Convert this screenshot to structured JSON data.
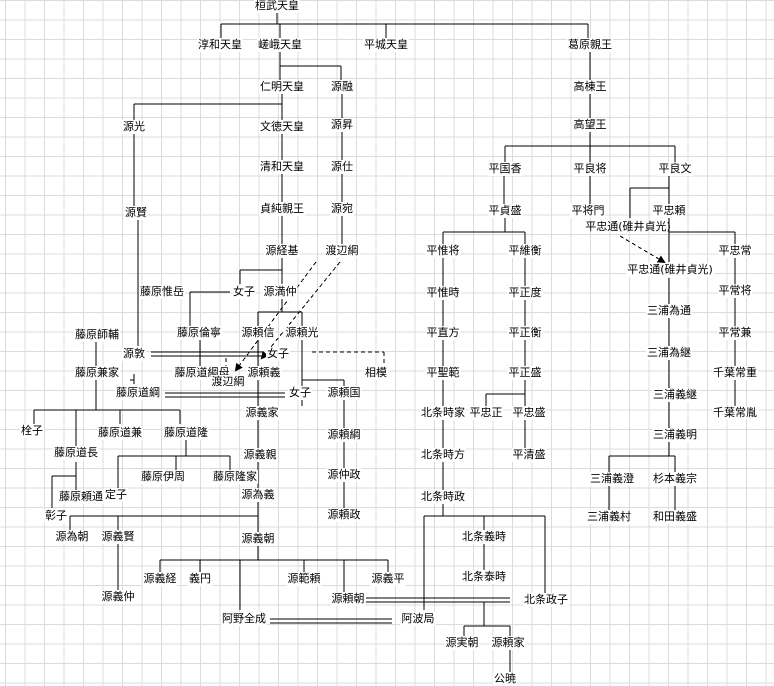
{
  "nodes": {
    "kanmu": "桓武天皇",
    "junna": "淳和天皇",
    "saga": "嵯峨天皇",
    "heizei": "平城天皇",
    "kazurahara": "葛原親王",
    "ninmyo": "仁明天皇",
    "minamoto_toru": "源融",
    "takamune": "高棟王",
    "minamoto_hikaru": "源光",
    "montoku": "文徳天皇",
    "minamoto_noboru": "源昇",
    "takamochi": "高望王",
    "seiwa": "清和天皇",
    "minamoto_tsukau": "源仕",
    "taira_kunika": "平国香",
    "taira_yoshimasa": "平良将",
    "taira_yoshifumi": "平良文",
    "minamoto_masaru": "源賢",
    "sadazumi": "貞純親王",
    "minamoto_atsuru": "源宛",
    "taira_sadamori": "平貞盛",
    "taira_masakado": "平将門",
    "taira_tadayori": "平忠頼",
    "taira_tadamichi_top": "平忠通(碓井貞光)",
    "minamoto_tsunemoto": "源経基",
    "watanabe_tsuna_top": "渡辺綱",
    "taira_korechika": "平惟将",
    "taira_korehira": "平維衡",
    "taira_tadatsune": "平忠常",
    "taira_tadamichi": "平忠通(碓井貞光)",
    "fujiwara_korekata": "藤原惟岳",
    "jyoshi_1": "女子",
    "minamoto_mitsunaka": "源満仲",
    "taira_koretoki": "平惟時",
    "taira_masanori": "平正度",
    "taira_tsunemasa": "平常将",
    "fujiwara_morosuke": "藤原師輔",
    "fujiwara_tomoyasu": "藤原倫寧",
    "minamoto_yorinobu": "源頼信",
    "minamoto_yorimitsu": "源頼光",
    "taira_naokata": "平直方",
    "taira_masahira": "平正衡",
    "miura_tamemichi": "三浦為通",
    "taira_tsunekane": "平常兼",
    "minamoto_ataru": "源敦",
    "jyoshi_2": "女子",
    "fujiwara_kaneie": "藤原兼家",
    "fujiwara_michitsuna_haha": "藤原道綱母",
    "minamoto_yoriyoshi": "源頼義",
    "taira_norimichi": "平聖範",
    "taira_masamori": "平正盛",
    "miura_tametsugu": "三浦為継",
    "sagami": "相模",
    "chiba_tsuneshige": "千葉常重",
    "watanabe_tsuna": "渡辺綱",
    "fujiwara_michitsuna": "藤原道綱",
    "jyoshi_3": "女子",
    "minamoto_yorikuni": "源頼国",
    "miura_yoshitsugu": "三浦義継",
    "minamoto_yoshiie": "源義家",
    "hojo_tokiie": "北条時家",
    "taira_tadamasa": "平忠正",
    "taira_tadamori": "平忠盛",
    "chiba_tsunetane": "千葉常胤",
    "teishi": "栓子",
    "fujiwara_michikane": "藤原道兼",
    "fujiwara_michitaka": "藤原道隆",
    "minamoto_yoritsuna": "源頼綱",
    "miura_yoshiaki": "三浦義明",
    "fujiwara_michinaga": "藤原道長",
    "minamoto_yoshichika": "源義親",
    "hojo_tokikata": "北条時方",
    "taira_kiyomori": "平清盛",
    "fujiwara_korechika": "藤原伊周",
    "fujiwara_takaie": "藤原隆家",
    "minamoto_nakamasa": "源仲政",
    "fujiwara_yorimichi": "藤原頼通",
    "teishi_2": "定子",
    "minamoto_tameyoshi": "源為義",
    "hojo_tokimasa": "北条時政",
    "miura_yoshizumi": "三浦義澄",
    "sugimoto_yoshimune": "杉本義宗",
    "shoshi": "彰子",
    "minamoto_yorimasa": "源頼政",
    "miura_yoshimura": "三浦義村",
    "wada_yoshimori": "和田義盛",
    "minamoto_tametomo": "源為朝",
    "minamoto_yoshikata": "源義賢",
    "hojo_yoshitoki": "北条義時",
    "minamoto_yoshitomo": "源義朝",
    "minamoto_yoshitsune": "源義経",
    "gien": "義円",
    "minamoto_noriyori": "源範頼",
    "minamoto_yoshihira": "源義平",
    "hojo_yasutoki": "北条泰時",
    "minamoto_yoshinaka": "源義仲",
    "minamoto_yoritomo": "源頼朝",
    "hojo_masako": "北条政子",
    "ano_zenjo": "阿野全成",
    "awa_no_tsubone": "阿波局",
    "minamoto_sanetomo": "源実朝",
    "minamoto_yoriie": "源頼家",
    "kugyo": "公暁"
  }
}
